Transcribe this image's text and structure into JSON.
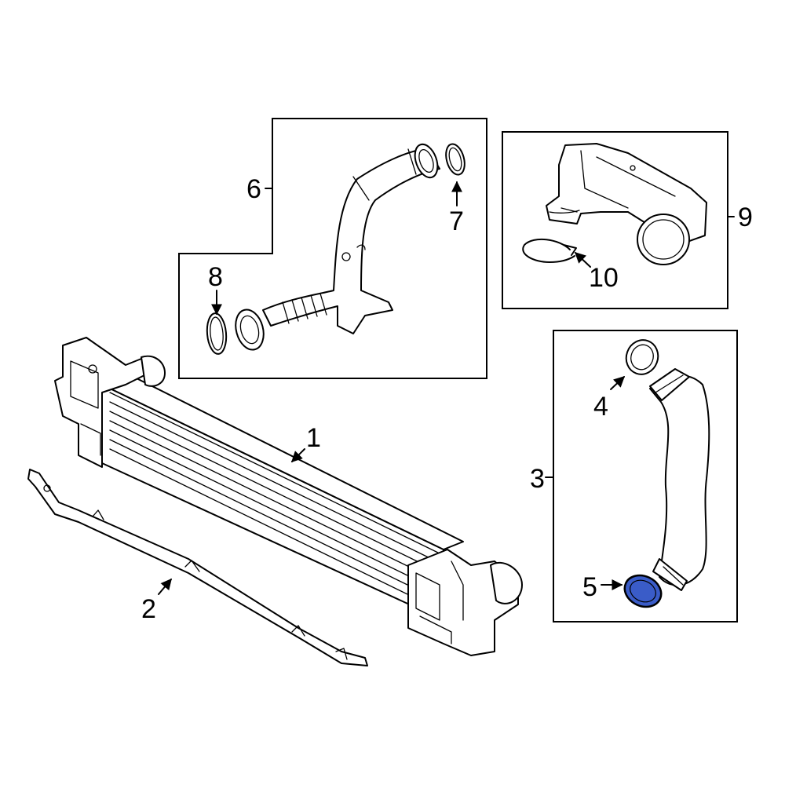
{
  "callouts": {
    "c1": "1",
    "c2": "2",
    "c3": "3",
    "c4": "4",
    "c5": "5",
    "c6": "6",
    "c7": "7",
    "c8": "8",
    "c9": "9",
    "c10": "10"
  },
  "colors": {
    "highlight": "#3a5cc8",
    "line": "#000000",
    "background": "#ffffff"
  }
}
